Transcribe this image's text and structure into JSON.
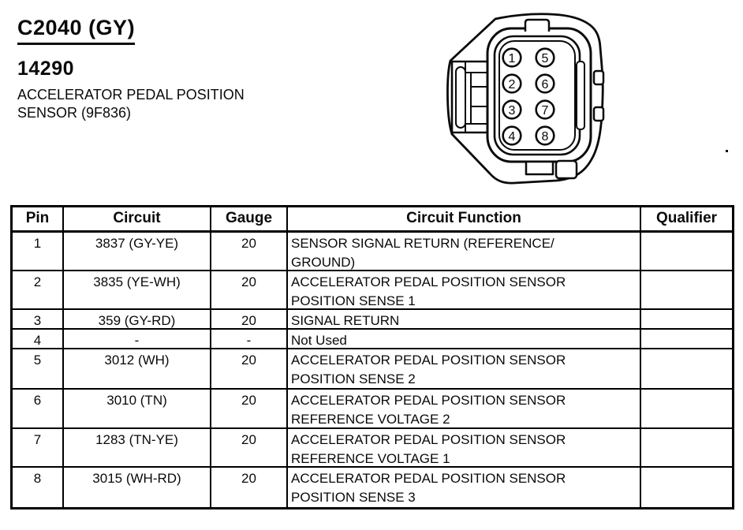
{
  "colors": {
    "ink": "#0a0a0a",
    "paper": "#ffffff"
  },
  "header": {
    "connector_id": "C2040 (GY)",
    "part_number": "14290",
    "component_name": "ACCELERATOR PEDAL POSITION\nSENSOR (9F836)"
  },
  "connector": {
    "description": "8-pin connector face view, two columns of numbered cavities",
    "pins": [
      "1",
      "2",
      "3",
      "4",
      "5",
      "6",
      "7",
      "8"
    ]
  },
  "table": {
    "headers": {
      "pin": "Pin",
      "circuit": "Circuit",
      "gauge": "Gauge",
      "function": "Circuit Function",
      "qualifier": "Qualifier"
    },
    "rows": [
      {
        "pin": "1",
        "circuit": "3837 (GY-YE)",
        "gauge": "20",
        "function": "SENSOR SIGNAL RETURN (REFERENCE/\nGROUND)",
        "qualifier": ""
      },
      {
        "pin": "2",
        "circuit": "3835 (YE-WH)",
        "gauge": "20",
        "function": "ACCELERATOR PEDAL POSITION SENSOR\nPOSITION SENSE 1",
        "qualifier": ""
      },
      {
        "pin": "3",
        "circuit": "359 (GY-RD)",
        "gauge": "20",
        "function": "SIGNAL RETURN",
        "qualifier": ""
      },
      {
        "pin": "4",
        "circuit": "-",
        "gauge": "-",
        "function": "Not Used",
        "qualifier": ""
      },
      {
        "pin": "5",
        "circuit": "3012 (WH)",
        "gauge": "20",
        "function": "ACCELERATOR PEDAL POSITION SENSOR\nPOSITION SENSE 2",
        "qualifier": ""
      },
      {
        "pin": "6",
        "circuit": "3010 (TN)",
        "gauge": "20",
        "function": "ACCELERATOR PEDAL POSITION SENSOR\nREFERENCE VOLTAGE 2",
        "qualifier": ""
      },
      {
        "pin": "7",
        "circuit": "1283 (TN-YE)",
        "gauge": "20",
        "function": "ACCELERATOR PEDAL POSITION SENSOR\nREFERENCE VOLTAGE 1",
        "qualifier": ""
      },
      {
        "pin": "8",
        "circuit": "3015 (WH-RD)",
        "gauge": "20",
        "function": "ACCELERATOR PEDAL POSITION SENSOR\nPOSITION SENSE 3",
        "qualifier": ""
      }
    ]
  }
}
